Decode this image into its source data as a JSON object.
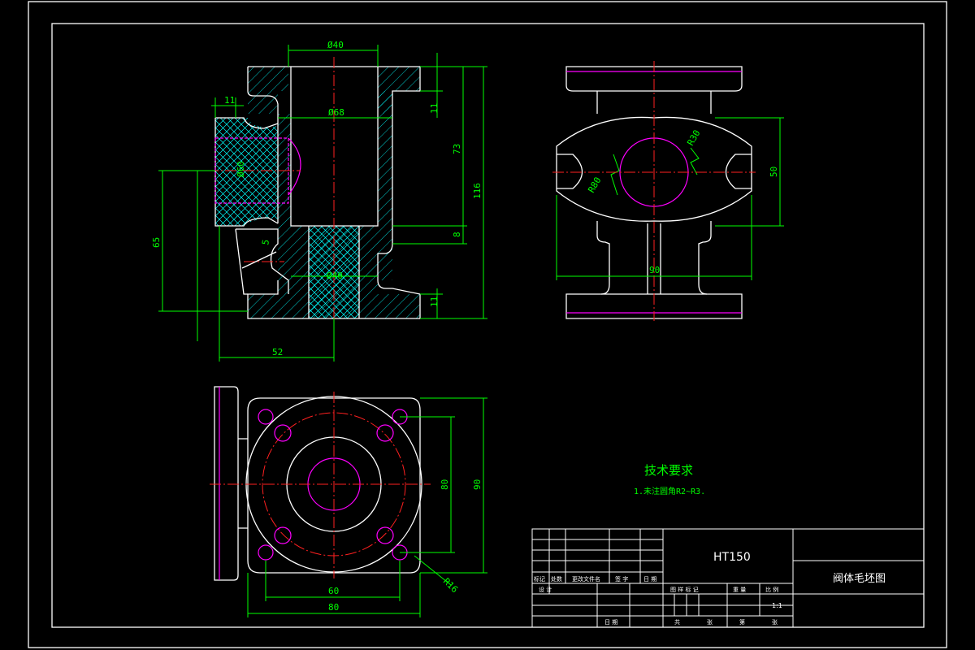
{
  "drawing": {
    "background": "#000000",
    "colors": {
      "outline": "#ffffff",
      "dimension": "#00ff00",
      "hatch": "#00ffff",
      "center": "#ff2020",
      "hidden": "#ff00ff"
    }
  },
  "dims": {
    "front_top_bore": "Ø40",
    "front_inner_bore": "Ø68",
    "front_bottom_bore": "Ø40",
    "front_side_bore": "Ø60",
    "front_left_flange": "11",
    "front_top_flange": "11",
    "front_bottom_flange": "11",
    "front_upper_height": "73",
    "front_total_height": "116",
    "front_gap": "8",
    "front_side_offset": "65",
    "front_offset": "52",
    "front_angle": "5",
    "side_r_left": "R80",
    "side_r_right": "R30",
    "side_height": "50",
    "side_width": "90",
    "top_inner_width": "80",
    "top_outer_width": "90",
    "top_hole_span": "60",
    "top_overall": "80",
    "top_fillet": "R16"
  },
  "tech": {
    "title": "技术要求",
    "note": "1.未注圆角R2~R3."
  },
  "titleblock": {
    "material": "HT150",
    "drawing_name": "阀体毛坯图",
    "scale": "1:1",
    "headers": [
      "标记",
      "处数",
      "更改文件名",
      "签 字",
      "日 期"
    ],
    "design": "设 计",
    "stage_headers": [
      "图 样 标 记",
      "重 量",
      "比 例"
    ],
    "date_label": "日 期",
    "sheet_labels": [
      "共",
      "张",
      "第",
      "张"
    ]
  }
}
